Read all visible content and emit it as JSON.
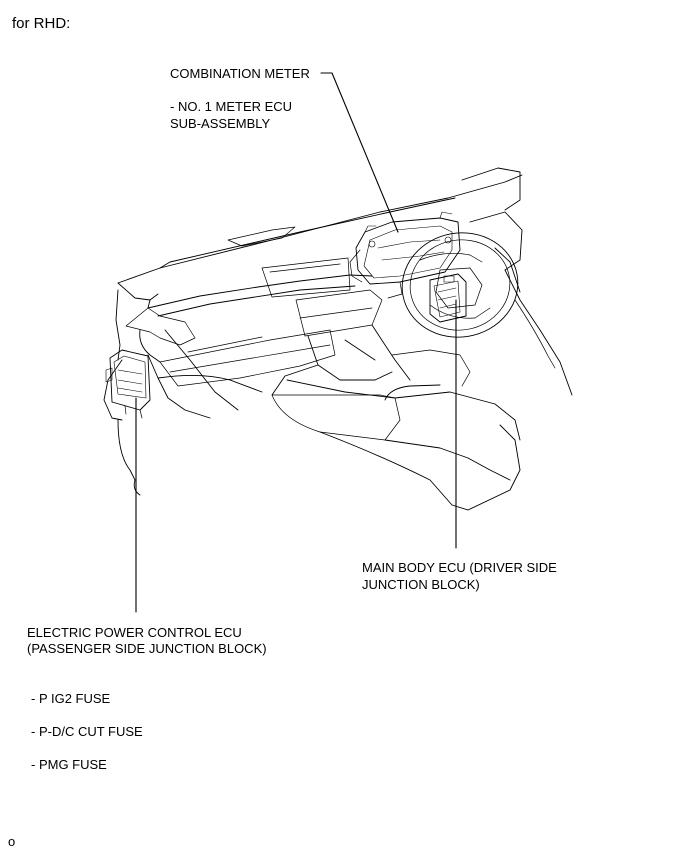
{
  "header": {
    "variant": "for RHD:"
  },
  "labels": {
    "combination_meter": "COMBINATION METER",
    "meter_ecu_line1": "- NO. 1 METER ECU",
    "meter_ecu_line2": "SUB-ASSEMBLY",
    "main_body_ecu_line1": "MAIN BODY ECU (DRIVER SIDE",
    "main_body_ecu_line2": "JUNCTION BLOCK)",
    "power_ecu_line1": "ELECTRIC POWER CONTROL ECU",
    "power_ecu_line2": "(PASSENGER SIDE JUNCTION BLOCK)"
  },
  "fuses": [
    "- P IG2 FUSE",
    "- P-D/C CUT FUSE",
    "- PMG FUSE"
  ],
  "footer": {
    "mark": "o"
  }
}
